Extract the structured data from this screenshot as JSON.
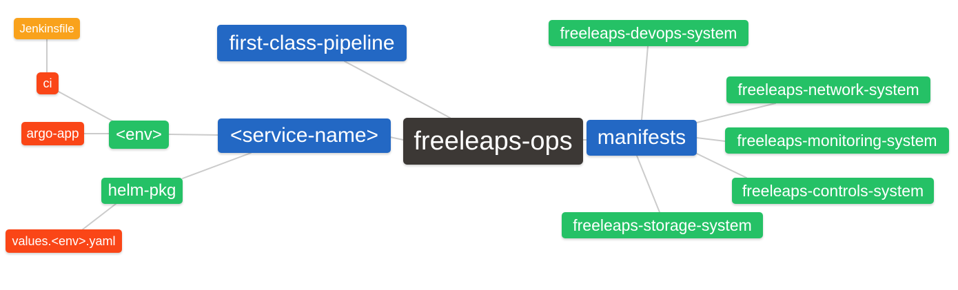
{
  "diagram": {
    "type": "mindmap",
    "background_color": "#ffffff",
    "edge_color": "#cbcbcb",
    "palette": {
      "root_dark": "#3c3835",
      "branch_blue": "#2368c4",
      "secondary_green": "#25c166",
      "leaf_red": "#fa4617",
      "leaf_orange": "#f9a21c",
      "text": "#ffffff"
    },
    "nodes": [
      {
        "id": "jenkinsfile",
        "label": "Jenkinsfile",
        "color": "#f9a21c"
      },
      {
        "id": "ci",
        "label": "ci",
        "color": "#fa4617"
      },
      {
        "id": "argo-app",
        "label": "argo-app",
        "color": "#fa4617"
      },
      {
        "id": "env",
        "label": "<env>",
        "color": "#25c166"
      },
      {
        "id": "helm-pkg",
        "label": "helm-pkg",
        "color": "#25c166"
      },
      {
        "id": "values-env-yaml",
        "label": "values.<env>.yaml",
        "color": "#fa4617"
      },
      {
        "id": "first-class-pipeline",
        "label": "first-class-pipeline",
        "color": "#2368c4"
      },
      {
        "id": "service-name",
        "label": "<service-name>",
        "color": "#2368c4"
      },
      {
        "id": "freeleaps-ops",
        "label": "freeleaps-ops",
        "color": "#3c3835"
      },
      {
        "id": "manifests",
        "label": "manifests",
        "color": "#2368c4"
      },
      {
        "id": "freeleaps-devops-system",
        "label": "freeleaps-devops-system",
        "color": "#25c166"
      },
      {
        "id": "freeleaps-network-system",
        "label": "freeleaps-network-system",
        "color": "#25c166"
      },
      {
        "id": "freeleaps-monitoring-system",
        "label": "freeleaps-monitoring-system",
        "color": "#25c166"
      },
      {
        "id": "freeleaps-controls-system",
        "label": "freeleaps-controls-system",
        "color": "#25c166"
      },
      {
        "id": "freeleaps-storage-system",
        "label": "freeleaps-storage-system",
        "color": "#25c166"
      }
    ],
    "edges": [
      {
        "from": "jenkinsfile",
        "to": "ci"
      },
      {
        "from": "ci",
        "to": "env"
      },
      {
        "from": "argo-app",
        "to": "env"
      },
      {
        "from": "env",
        "to": "service-name"
      },
      {
        "from": "helm-pkg",
        "to": "service-name"
      },
      {
        "from": "values-env-yaml",
        "to": "helm-pkg"
      },
      {
        "from": "first-class-pipeline",
        "to": "freeleaps-ops"
      },
      {
        "from": "service-name",
        "to": "freeleaps-ops"
      },
      {
        "from": "freeleaps-ops",
        "to": "manifests"
      },
      {
        "from": "manifests",
        "to": "freeleaps-devops-system"
      },
      {
        "from": "manifests",
        "to": "freeleaps-network-system"
      },
      {
        "from": "manifests",
        "to": "freeleaps-monitoring-system"
      },
      {
        "from": "manifests",
        "to": "freeleaps-controls-system"
      },
      {
        "from": "manifests",
        "to": "freeleaps-storage-system"
      }
    ]
  }
}
